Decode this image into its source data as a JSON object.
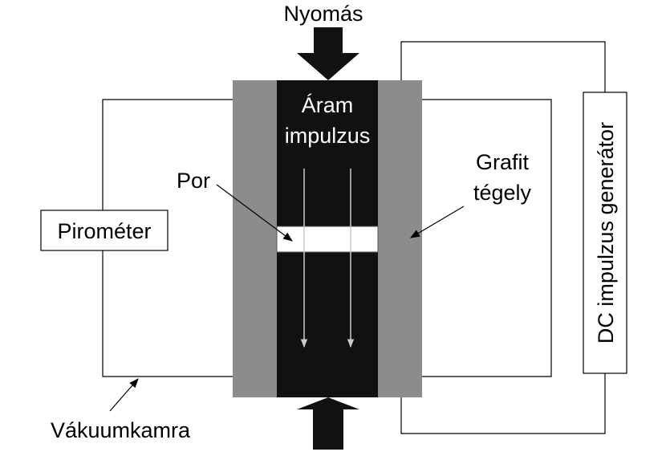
{
  "labels": {
    "pressure": "Nyomás",
    "current_pulse_line1": "Áram",
    "current_pulse_line2": "impulzus",
    "powder": "Por",
    "graphite_line1": "Grafit",
    "graphite_line2": "tégely",
    "pyrometer": "Pirométer",
    "vacuum_chamber": "Vákuumkamra",
    "dc_generator": "DC impulzus generátor"
  },
  "colors": {
    "graphite": "#8c8c8c",
    "die_core": "#111111",
    "powder": "#ffffff",
    "line": "#000000",
    "current_arrow": "#bbbbbb"
  }
}
